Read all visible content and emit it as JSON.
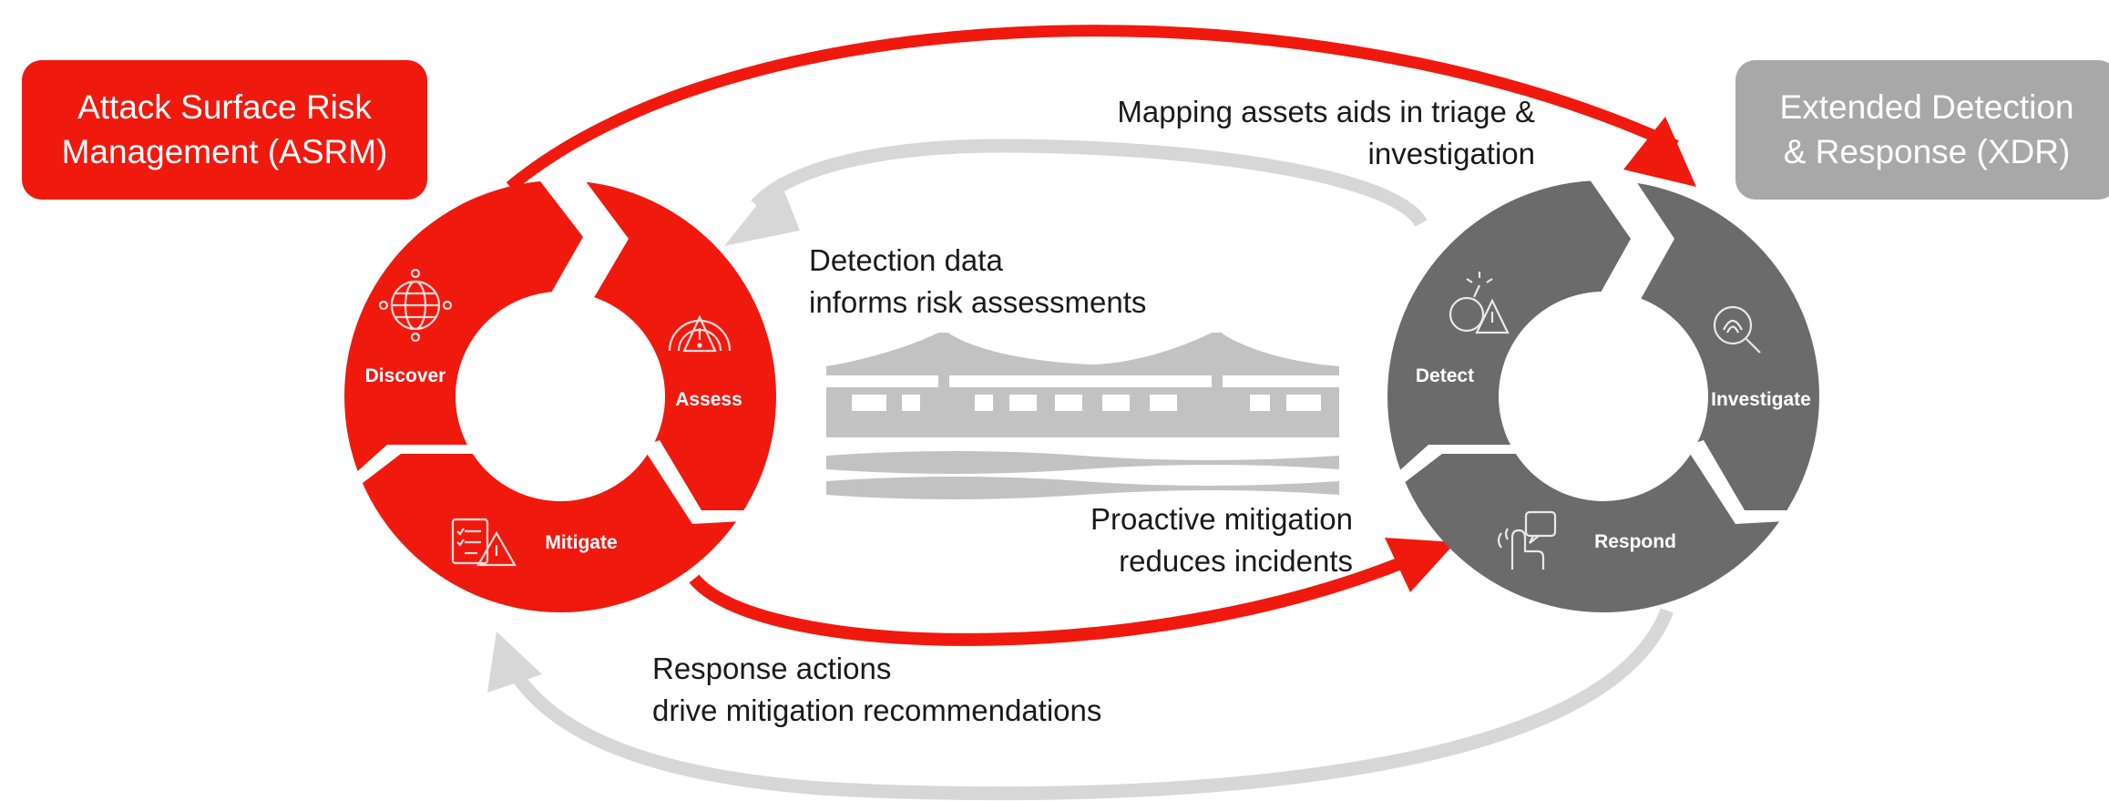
{
  "boxes": {
    "asrm": {
      "line1": "Attack Surface Risk",
      "line2": "Management (ASRM)"
    },
    "xdr": {
      "line1": "Extended Detection",
      "line2": "& Response (XDR)"
    }
  },
  "captions": {
    "mapping": {
      "line1": "Mapping assets aids in triage &",
      "line2": "investigation"
    },
    "detection": {
      "line1": "Detection data",
      "line2": "informs risk assessments"
    },
    "proactive": {
      "line1": "Proactive mitigation",
      "line2": "reduces incidents"
    },
    "response": {
      "line1": "Response actions",
      "line2": "drive mitigation recommendations"
    }
  },
  "asrm_cycle": {
    "discover": "Discover",
    "assess": "Assess",
    "mitigate": "Mitigate"
  },
  "xdr_cycle": {
    "detect": "Detect",
    "investigate": "Investigate",
    "respond": "Respond"
  },
  "colors": {
    "asrm_red": "#f0190e",
    "xdr_gray": "#6b6b6b",
    "xdr_box_gray": "#a8a8a8",
    "feedback_arrow_gray": "#d7d7d7",
    "bridge_gray": "#c2c2c2",
    "icon_outline": "#ffffff"
  },
  "icons": {
    "discover": "globe-network-icon",
    "assess": "risk-gauge-warning-icon",
    "mitigate": "checklist-warning-icon",
    "detect": "bomb-warning-icon",
    "investigate": "magnifier-fingerprint-icon",
    "respond": "touch-chat-icon",
    "center": "bridge-over-water-icon"
  }
}
